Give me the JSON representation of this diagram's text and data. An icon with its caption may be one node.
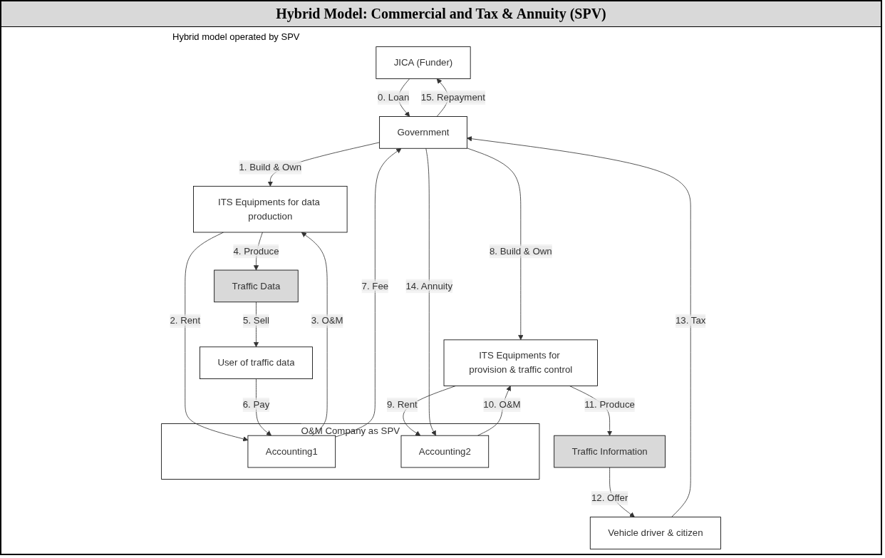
{
  "diagram": {
    "title": "Hybrid Model: Commercial and Tax & Annuity (SPV)",
    "nodes": [
      {
        "text": [
          "JICA (Funder)"
        ]
      },
      {
        "text": [
          "Government"
        ]
      },
      {
        "text": [
          "O&M Company as SPV"
        ]
      },
      {
        "text": [
          "Accounting1"
        ],
        "in": 2
      },
      {
        "text": [
          "Accounting2"
        ],
        "in": 2
      },
      {
        "text": [
          "ITS Equipments for data production"
        ]
      },
      {
        "text": [
          "ITS Equipments for provision & traffic control"
        ]
      },
      {
        "text": [
          "Traffic Data"
        ]
      },
      {
        "text": [
          "Traffic Information"
        ]
      },
      {
        "text": [
          "User of traffic data"
        ]
      },
      {
        "text": [
          "Vehicle driver & citizen"
        ]
      }
    ],
    "edges": [
      {
        "from": 0,
        "to": 1,
        "arrow": "to",
        "label": "0. Loan"
      },
      {
        "from": 1,
        "to": 0,
        "arrow": "to",
        "label": "15. Repayment"
      },
      {
        "from": 1,
        "to": 5,
        "arrow": "to",
        "label": "1. Build & Own"
      },
      {
        "from": 5,
        "to": 3,
        "arrow": "to",
        "label": "2. Rent"
      },
      {
        "from": 3,
        "to": 5,
        "arrow": "to",
        "label": "3. O&M"
      },
      {
        "from": 5,
        "to": 7,
        "arrow": "to",
        "label": "4. Produce"
      },
      {
        "from": 7,
        "to": 9,
        "arrow": "to",
        "label": "5. Sell"
      },
      {
        "from": 9,
        "to": 3,
        "arrow": "to",
        "label": "6. Pay"
      },
      {
        "from": 3,
        "to": 1,
        "arrow": "to",
        "label": "7. Fee"
      },
      {
        "from": 1,
        "to": 6,
        "arrow": "to",
        "label": "8. Build & Own"
      },
      {
        "from": 6,
        "to": 4,
        "arrow": "to",
        "label": "9. Rent"
      },
      {
        "from": 4,
        "to": 6,
        "arrow": "to",
        "label": "10. O&M"
      },
      {
        "from": 6,
        "to": 8,
        "arrow": "to",
        "label": "11. Produce"
      },
      {
        "from": 8,
        "to": 10,
        "arrow": "to",
        "label": "12. Offer"
      },
      {
        "from": 10,
        "to": 1,
        "arrow": "to",
        "label": "13. Tax"
      },
      {
        "from": 1,
        "to": 4,
        "arrow": "to",
        "label": "14. Annuity"
      }
    ],
    "labels": [
      "Hybrid model operated by SPV"
    ]
  }
}
